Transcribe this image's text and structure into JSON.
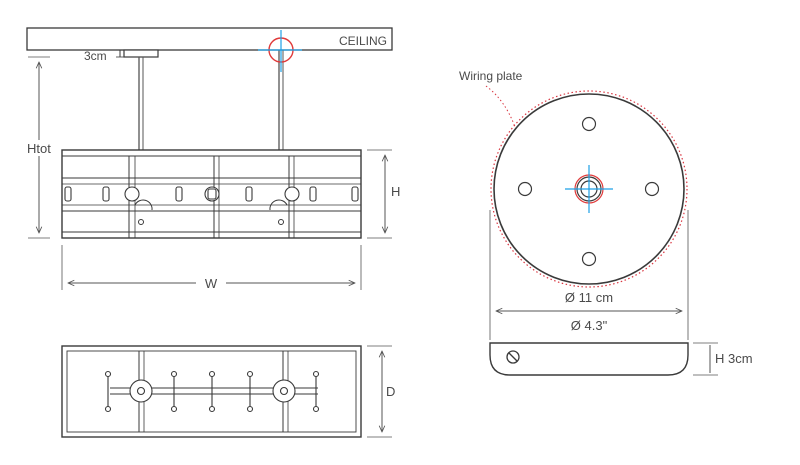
{
  "labels": {
    "ceiling": "CEILING",
    "canopy_height": "3cm",
    "total_height": "Htot",
    "fixture_height": "H",
    "width": "W",
    "depth": "D",
    "wiring_plate": "Wiring plate",
    "diameter_cm": "Ø 11 cm",
    "diameter_in": "Ø 4.3\"",
    "plate_height": "H 3cm"
  },
  "colors": {
    "line": "#3a3a3a",
    "dim": "#555555",
    "crosshair_blue": "#1ea0e6",
    "crosshair_red": "#e03a3a",
    "dotted_red": "#d9343f"
  },
  "icons": [
    "crosshair-icon",
    "screw-icon"
  ]
}
